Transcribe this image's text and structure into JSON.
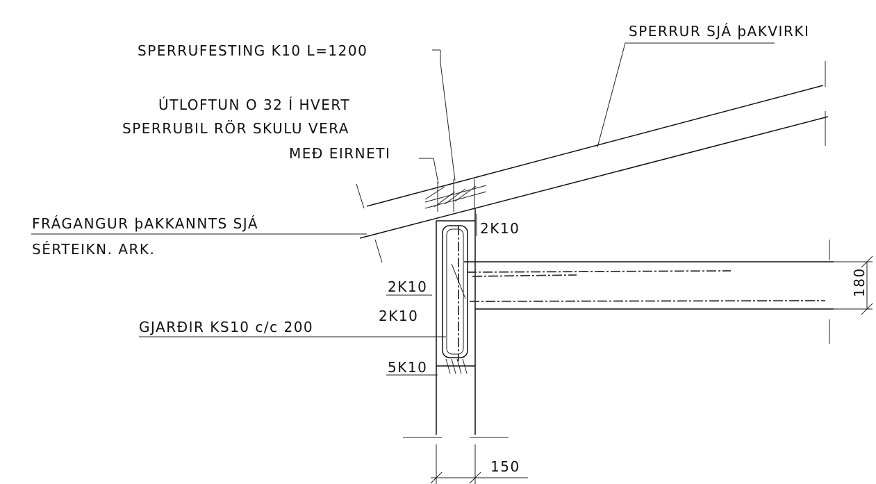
{
  "drawing": {
    "labels": {
      "sperrur": "SPERRUR SJÁ þAKVIRKI",
      "sperrufesting": "SPERRUFESTING K10 L=1200",
      "utloftun_1": "ÚTLOFTUN O 32 Í HVERT",
      "utloftun_2": "SPERRUBIL RÖR SKULU VERA",
      "utloftun_3": "MEÐ EIRNETI",
      "fragangur_1": "FRÁGANGUR þAKKANNTS SJÁ",
      "fragangur_2": "SÉRTEIKN. ARK.",
      "rebar_top_right": "2K10",
      "rebar_left_upper": "2K10",
      "rebar_left_lower": "2K10",
      "gjardir": "GJARÐIR KS10 c/c 200",
      "rebar_bottom": "5K10",
      "dim_slab": "180",
      "dim_wall": "150"
    }
  }
}
